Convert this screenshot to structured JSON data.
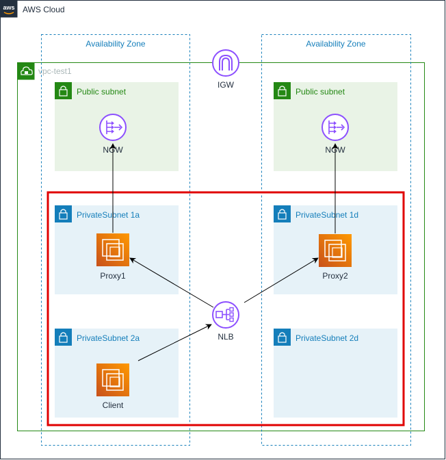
{
  "cloud": {
    "label": "AWS Cloud",
    "logo_text": "aws"
  },
  "vpc": {
    "label": "vpc-test1"
  },
  "zones": {
    "left": "Availability Zone",
    "right": "Availability Zone"
  },
  "subnets": {
    "public_left": "Public subnet",
    "public_right": "Public subnet",
    "private_1a": "PrivateSubnet 1a",
    "private_1d": "PrivateSubnet 1d",
    "private_2a": "PrivateSubnet 2a",
    "private_2d": "PrivateSubnet 2d"
  },
  "nodes": {
    "igw": "IGW",
    "ngw_left": "NGW",
    "ngw_right": "NGW",
    "proxy1": "Proxy1",
    "proxy2": "Proxy2",
    "nlb": "NLB",
    "client": "Client"
  },
  "colors": {
    "cloud_border": "#232f3e",
    "vpc_border": "#248814",
    "zone_border": "#147eba",
    "public_fill": "#e9f3e6",
    "public_label": "#248814",
    "private_fill": "#e6f2f8",
    "private_label": "#147eba",
    "purple": "#8c4fff",
    "ec2_top": "#f78e04",
    "ec2_bottom": "#d05c17",
    "highlight": "#e00000"
  }
}
